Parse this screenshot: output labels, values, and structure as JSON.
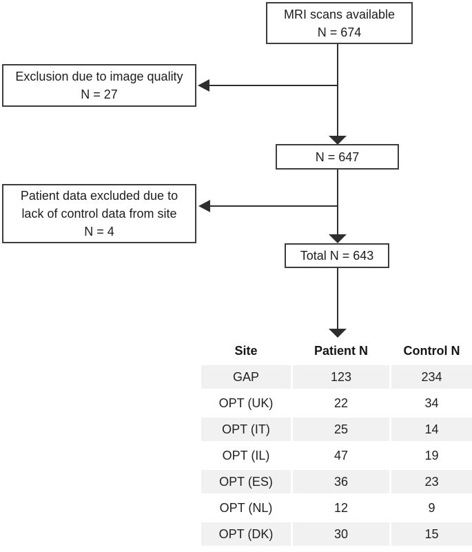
{
  "flowchart": {
    "nodes": {
      "mri": {
        "line1": "MRI scans available",
        "line2": "N = 674"
      },
      "exclusion1": {
        "line1": "Exclusion due to image quality",
        "line2": "N = 27"
      },
      "n647": {
        "line1": "N = 647"
      },
      "exclusion2": {
        "line1": "Patient data excluded due to",
        "line2": "lack of control data from site",
        "line3": "N = 4"
      },
      "total": {
        "line1": "Total N = 643"
      }
    }
  },
  "table": {
    "columns": {
      "site": "Site",
      "patient_n": "Patient N",
      "control_n": "Control N"
    },
    "rows": [
      {
        "site": "GAP",
        "patient_n": "123",
        "control_n": "234"
      },
      {
        "site": "OPT (UK)",
        "patient_n": "22",
        "control_n": "34"
      },
      {
        "site": "OPT (IT)",
        "patient_n": "25",
        "control_n": "14"
      },
      {
        "site": "OPT (IL)",
        "patient_n": "47",
        "control_n": "19"
      },
      {
        "site": "OPT (ES)",
        "patient_n": "36",
        "control_n": "23"
      },
      {
        "site": "OPT (NL)",
        "patient_n": "12",
        "control_n": "9"
      },
      {
        "site": "OPT (DK)",
        "patient_n": "30",
        "control_n": "15"
      }
    ]
  },
  "colors": {
    "connector_line": "#2e2e2e",
    "box_border": "#3c3c3c",
    "text": "#1c1c1c",
    "row_shade": "#f1f1f1"
  }
}
